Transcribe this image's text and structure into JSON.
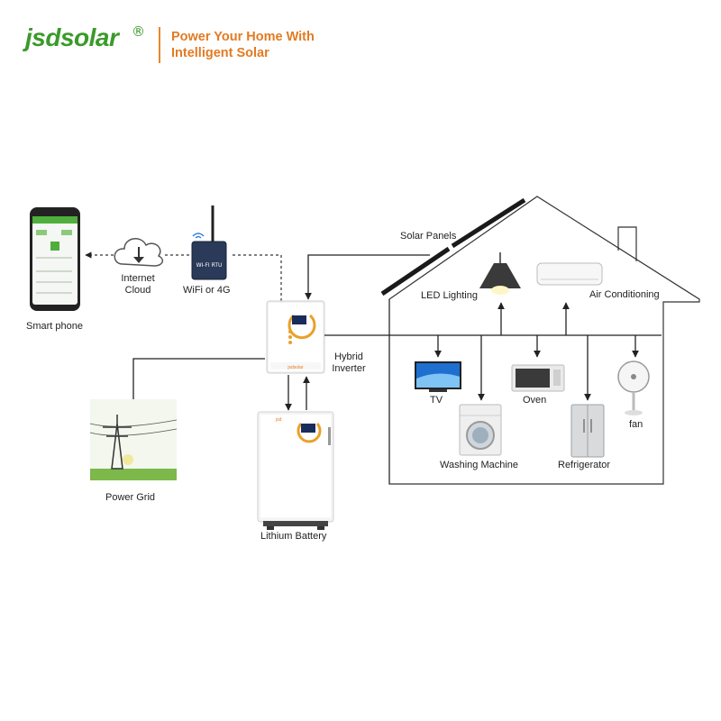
{
  "brand": {
    "name": "jsdsolar",
    "registered_mark": "®",
    "tagline_line1": "Power Your Home With",
    "tagline_line2": "Intelligent Solar",
    "colors": {
      "logo_green": "#3a9a2a",
      "accent_orange": "#e27b22"
    }
  },
  "labels": {
    "smart_phone": "Smart phone",
    "internet_cloud_line1": "Internet",
    "internet_cloud_line2": "Cloud",
    "wifi": "WiFi or 4G",
    "solar_panels": "Solar Panels",
    "led_lighting": "LED Lighting",
    "air_conditioning": "Air Conditioning",
    "hybrid_inverter_line1": "Hybrid",
    "hybrid_inverter_line2": "Inverter",
    "tv": "TV",
    "oven": "Oven",
    "washing_machine": "Washing Machine",
    "refrigerator": "Refrigerator",
    "fan": "fan",
    "power_grid": "Power Grid",
    "lithium_battery": "Lithium Battery"
  },
  "icons": [
    "smartphone-icon",
    "cloud-download-icon",
    "wifi-4g-router-icon",
    "solar-panel-icon",
    "led-lamp-icon",
    "air-conditioner-icon",
    "hybrid-inverter-icon",
    "tv-icon",
    "oven-icon",
    "washing-machine-icon",
    "refrigerator-icon",
    "fan-icon",
    "power-pylon-icon",
    "lithium-battery-icon"
  ]
}
